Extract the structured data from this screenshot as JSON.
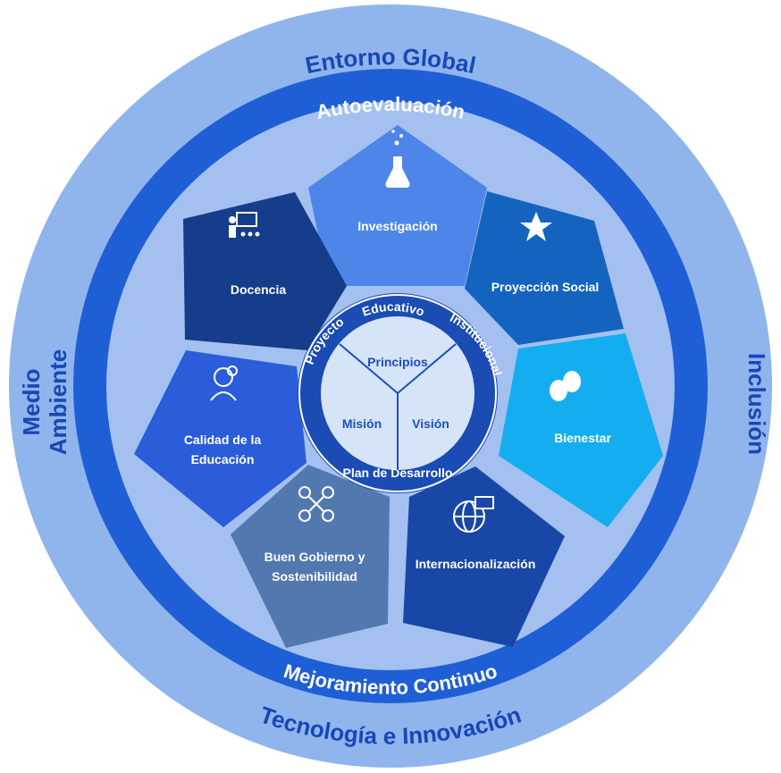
{
  "outer_ring": {
    "top": "Entorno Global",
    "left_line1": "Medio",
    "left_line2": "Ambiente",
    "right": "Inclusión",
    "bottom": "Tecnología e Innovación"
  },
  "middle_ring": {
    "top": "Autoevaluación",
    "bottom": "Mejoramiento Continuo"
  },
  "petals": {
    "investigacion": {
      "label": "Investigación",
      "color": "#4d86e8",
      "icon": "flask-icon"
    },
    "proyeccion": {
      "label": "Proyección Social",
      "color": "#1464bf",
      "icon": "people-star-icon"
    },
    "bienestar": {
      "label": "Bienestar",
      "color": "#14aef0",
      "icon": "theater-masks-icon"
    },
    "internacionalizacion": {
      "label": "Internacionalización",
      "color": "#1947a8",
      "icon": "globe-icon"
    },
    "gobierno": {
      "label_line1": "Buen Gobierno y",
      "label_line2": "Sostenibilidad",
      "color": "#5278b0",
      "icon": "money-network-icon"
    },
    "calidad": {
      "label_line1": "Calidad de la",
      "label_line2": "Educación",
      "color": "#2b5cd9",
      "icon": "person-gear-icon"
    },
    "docencia": {
      "label": "Docencia",
      "color": "#163c8c",
      "icon": "teacher-board-icon"
    }
  },
  "core": {
    "arc_left": "Proyecto",
    "arc_top": "Educativo",
    "arc_right": "Institucional",
    "bottom": "Plan de Desarrollo",
    "principios": "Principios",
    "mision": "Misión",
    "vision": "Visión"
  },
  "colors": {
    "outer_ring": "#8fb5ec",
    "middle_ring": "#1f5fd6",
    "inner_field": "#a3c0f0",
    "core_ring": "#1a4cb3",
    "center": "#d6e4f8"
  }
}
